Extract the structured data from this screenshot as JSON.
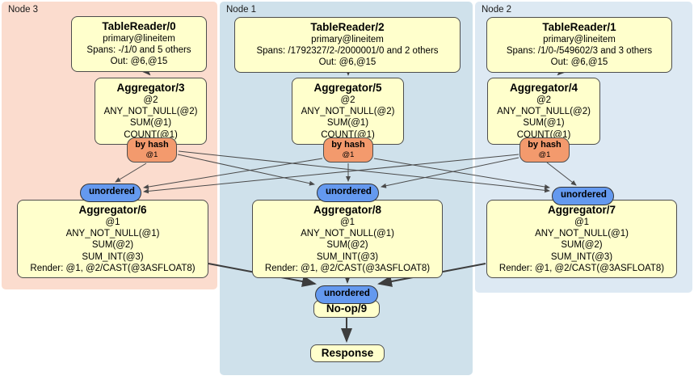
{
  "colors": {
    "node3_bg": "#fbdcce",
    "node1_bg": "#cfe1eb",
    "node2_bg": "#dde9f3",
    "box_fill": "#ffffcc",
    "box_border": "#4d4d4d",
    "router_fill": "#f39a6d",
    "sync_fill": "#6499ef",
    "edge": "#3d3d3d"
  },
  "regions": [
    {
      "label": "Node 3"
    },
    {
      "label": "Node 1"
    },
    {
      "label": "Node 2"
    }
  ],
  "processors": {
    "tr0": {
      "title": "TableReader/0",
      "lines": [
        "primary@lineitem",
        "Spans: -/1/0 and 5 others",
        "Out: @6,@15"
      ]
    },
    "tr2": {
      "title": "TableReader/2",
      "lines": [
        "primary@lineitem",
        "Spans: /1792327/2-/2000001/0 and 2 others",
        "Out: @6,@15"
      ]
    },
    "tr1": {
      "title": "TableReader/1",
      "lines": [
        "primary@lineitem",
        "Spans: /1/0-/549602/3 and 3 others",
        "Out: @6,@15"
      ]
    },
    "agg3": {
      "title": "Aggregator/3",
      "lines": [
        "@2",
        "ANY_NOT_NULL(@2)",
        "SUM(@1)",
        "COUNT(@1)"
      ]
    },
    "agg5": {
      "title": "Aggregator/5",
      "lines": [
        "@2",
        "ANY_NOT_NULL(@2)",
        "SUM(@1)",
        "COUNT(@1)"
      ]
    },
    "agg4": {
      "title": "Aggregator/4",
      "lines": [
        "@2",
        "ANY_NOT_NULL(@2)",
        "SUM(@1)",
        "COUNT(@1)"
      ]
    },
    "agg6": {
      "title": "Aggregator/6",
      "lines": [
        "@1",
        "ANY_NOT_NULL(@1)",
        "SUM(@2)",
        "SUM_INT(@3)",
        "Render: @1, @2/CAST(@3ASFLOAT8)"
      ]
    },
    "agg8": {
      "title": "Aggregator/8",
      "lines": [
        "@1",
        "ANY_NOT_NULL(@1)",
        "SUM(@2)",
        "SUM_INT(@3)",
        "Render: @1, @2/CAST(@3ASFLOAT8)"
      ]
    },
    "agg7": {
      "title": "Aggregator/7",
      "lines": [
        "@1",
        "ANY_NOT_NULL(@1)",
        "SUM(@2)",
        "SUM_INT(@3)",
        "Render: @1, @2/CAST(@3ASFLOAT8)"
      ]
    },
    "noop": {
      "title": "No-op/9"
    },
    "response": {
      "title": "Response"
    }
  },
  "routers": [
    {
      "label": "by hash",
      "detail": "@1"
    },
    {
      "label": "by hash",
      "detail": "@1"
    },
    {
      "label": "by hash",
      "detail": "@1"
    }
  ],
  "syncs": [
    {
      "label": "unordered"
    },
    {
      "label": "unordered"
    },
    {
      "label": "unordered"
    },
    {
      "label": "unordered"
    }
  ]
}
